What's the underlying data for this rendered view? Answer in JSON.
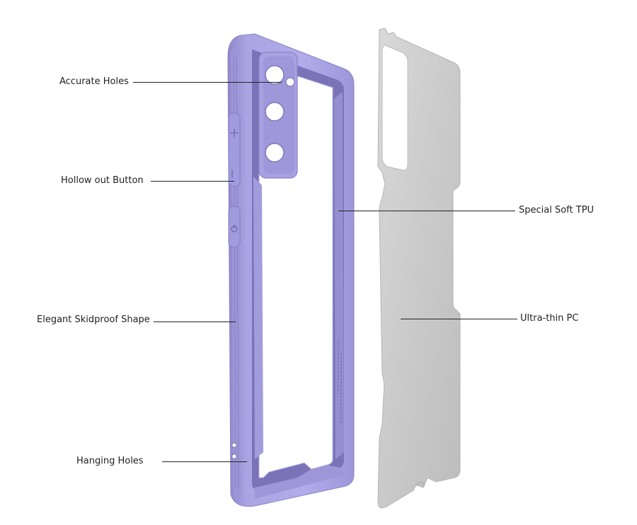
{
  "callouts": {
    "accurate_holes": "Accurate Holes",
    "hollow_out_button": "Hollow out Button",
    "elegant_skidproof_shape": "Elegant Skidproof Shape",
    "hanging_holes": "Hanging Holes",
    "special_soft_tpu": "Special Soft TPU",
    "ultra_thin_pc": "Ultra-thin PC"
  },
  "colors": {
    "tpu_frame": "#a9a3e1",
    "tpu_frame_shadow": "#8f88cc",
    "tpu_inner_wall": "#7c74ba",
    "pc_sheet": "#cdcdcd",
    "pc_sheet_edge": "#b5b5b5",
    "text": "#222222"
  }
}
